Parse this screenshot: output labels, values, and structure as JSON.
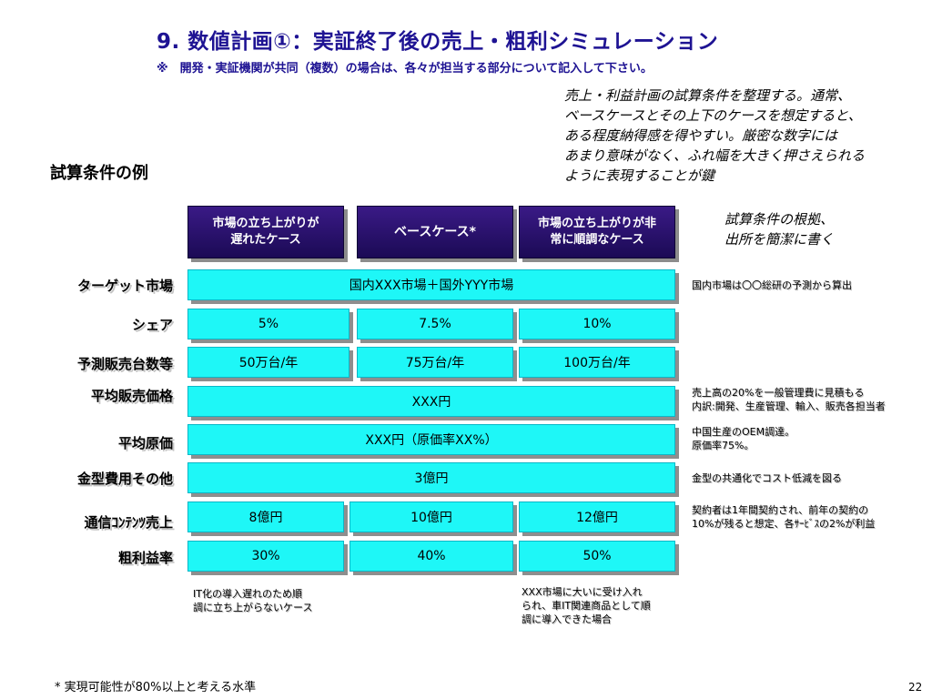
{
  "title": "9. 数値計画①：実証終了後の売上・粗利シミュレーション",
  "subtitle": "※　開発・実証機関が共同（複数）の場合は、各々が担当する部分について記入して下さい。",
  "intro": [
    "売上・利益計画の試算条件を整理する。通常、",
    "ベースケースとその上下のケースを想定すると、",
    "ある程度納得感を得やすい。厳密な数字には",
    "あまり意味がなく、ふれ幅を大きく押さえられる",
    "ように表現することが鍵"
  ],
  "section_title": "試算条件の例",
  "note_top": [
    "試算条件の根拠、",
    "出所を簡潔に書く"
  ],
  "headers": [
    [
      "市場の立ち上がりが",
      "遅れたケース"
    ],
    [
      "ベースケース*"
    ],
    [
      "市場の立ち上がりが非",
      "常に順調なケース"
    ]
  ],
  "rows": {
    "target_market": {
      "label": "ターゲット市場",
      "value": "国内XXX市場＋国外YYY市場",
      "note": [
        "国内市場は〇〇総研の予測から算出"
      ]
    },
    "share": {
      "label": "シェア",
      "values": [
        "5%",
        "7.5%",
        "10%"
      ]
    },
    "forecast_units": {
      "label": "予測販売台数等",
      "values": [
        "50万台/年",
        "75万台/年",
        "100万台/年"
      ]
    },
    "avg_price": {
      "label": "平均販売価格",
      "value": "XXX円",
      "note": [
        "売上高の20%を一般管理費に見積もる",
        "内訳:開発、生産管理、輸入、販売各担当者"
      ]
    },
    "avg_cost": {
      "label": "平均原価",
      "value": "XXX円（原価率XX%）",
      "note": [
        "中国生産のOEM調達。",
        "原価率75%。"
      ]
    },
    "mold_cost": {
      "label": "金型費用その他",
      "value": "3億円",
      "note": [
        "金型の共通化でコスト低減を図る"
      ]
    },
    "content_sales": {
      "label": "通信ｺﾝﾃﾝﾂ売上",
      "values": [
        "8億円",
        "10億円",
        "12億円"
      ],
      "note": [
        "契約者は1年間契約され、前年の契約の",
        "10%が残ると想定、各ｻｰﾋﾞｽの2%が利益"
      ]
    },
    "gross_margin": {
      "label": "粗利益率",
      "values": [
        "30%",
        "40%",
        "50%"
      ]
    }
  },
  "bottom_notes": {
    "left": [
      "IT化の導入遅れのため順",
      "調に立ち上がらないケース"
    ],
    "right": [
      "XXX市場に大いに受け入れ",
      "られ、車IT関連商品として順",
      "調に導入できた場合"
    ]
  },
  "footnote": "* 実現可能性が80%以上と考える水準",
  "page_number": "22"
}
